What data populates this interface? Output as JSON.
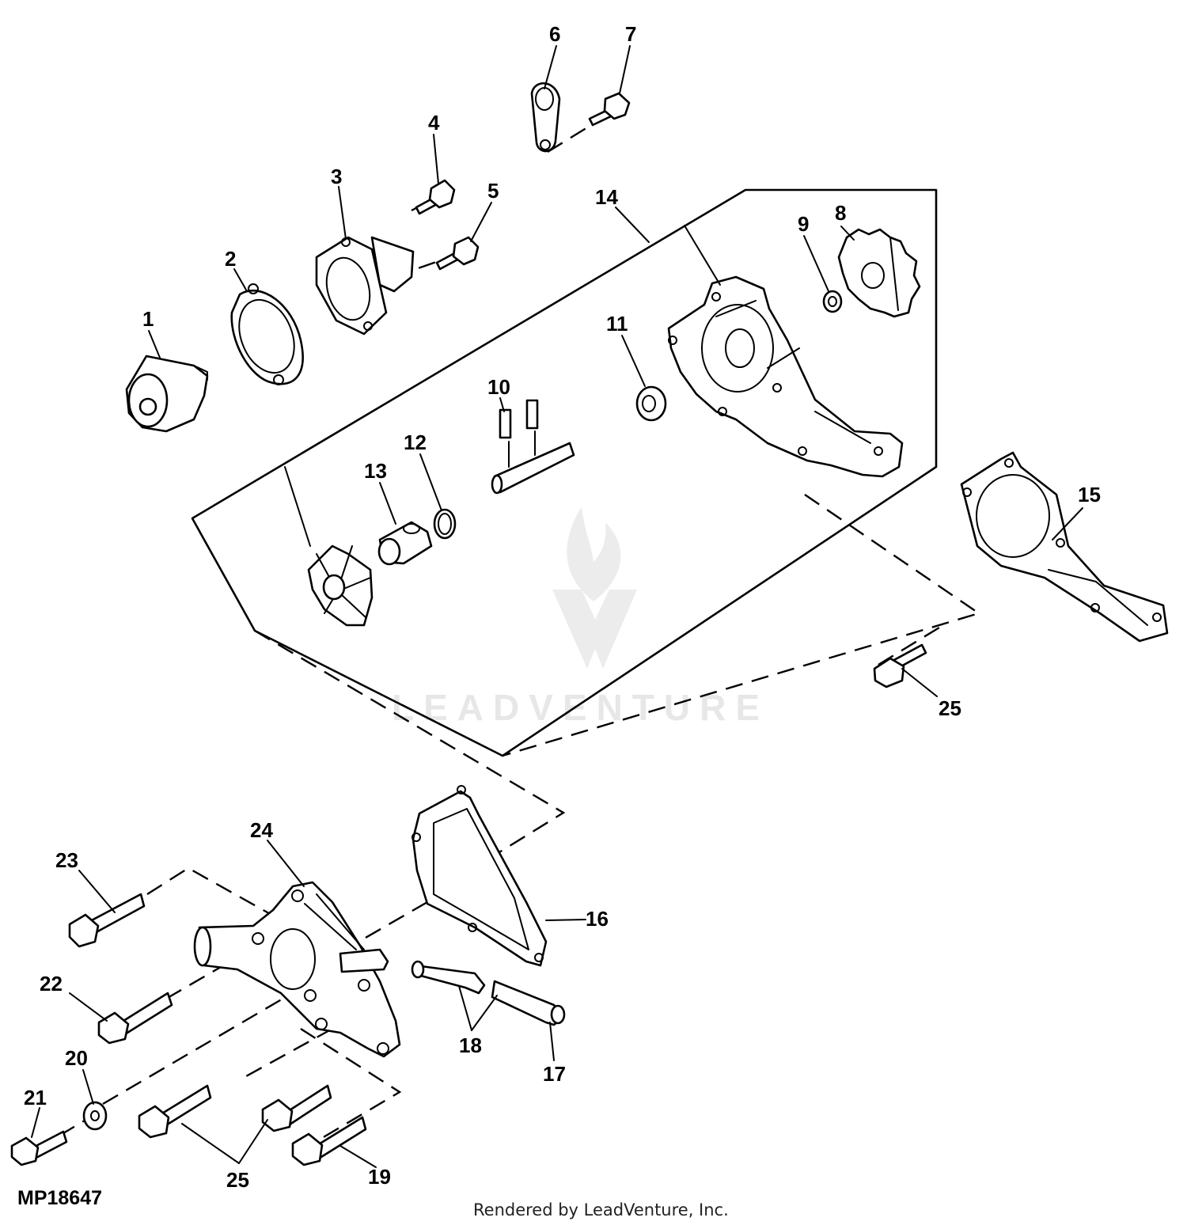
{
  "callouts": [
    "1",
    "2",
    "3",
    "4",
    "5",
    "6",
    "7",
    "8",
    "9",
    "10",
    "11",
    "12",
    "13",
    "14",
    "15",
    "16",
    "17",
    "18",
    "19",
    "20",
    "21",
    "22",
    "23",
    "24",
    "25",
    "25"
  ],
  "diagram_code": "MP18647",
  "footer": "Rendered by LeadVenture, Inc.",
  "watermark": "LEADVENTURE"
}
